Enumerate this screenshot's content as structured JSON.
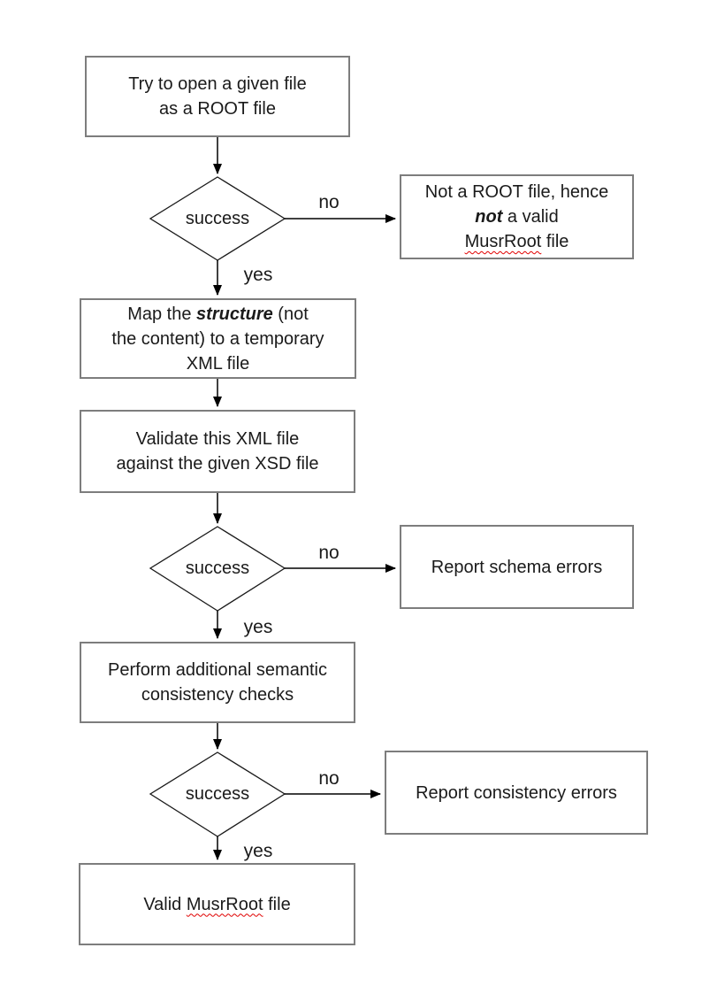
{
  "colors": {
    "background": "#ffffff",
    "box_border": "#7d7d7d",
    "connector_line": "#404040",
    "diamond_outline": "#1a1a1a",
    "arrowhead": "#000000",
    "text": "#1a1a1a",
    "spellcheck_squiggle": "#e00000"
  },
  "nodes": {
    "try_open": {
      "rich": [
        [
          {
            "t": "Try to open a given file"
          }
        ],
        [
          {
            "t": "as a ROOT file"
          }
        ]
      ]
    },
    "decision1": {
      "label": "success"
    },
    "not_root": {
      "rich": [
        [
          {
            "t": "Not a ROOT file, hence"
          }
        ],
        [
          {
            "t": "not",
            "s": "bi"
          },
          {
            "t": " a valid"
          }
        ],
        [
          {
            "t": "MusrRoot",
            "s": "sq"
          },
          {
            "t": " file"
          }
        ]
      ]
    },
    "map_structure": {
      "rich": [
        [
          {
            "t": "Map the "
          },
          {
            "t": "structure",
            "s": "bi"
          },
          {
            "t": " (not"
          }
        ],
        [
          {
            "t": "the content) to a temporary"
          }
        ],
        [
          {
            "t": "XML file"
          }
        ]
      ]
    },
    "validate": {
      "rich": [
        [
          {
            "t": "Validate this XML file"
          }
        ],
        [
          {
            "t": "against the given XSD file"
          }
        ]
      ]
    },
    "decision2": {
      "label": "success"
    },
    "report_schema": {
      "rich": [
        [
          {
            "t": "Report schema errors"
          }
        ]
      ]
    },
    "perform_checks": {
      "rich": [
        [
          {
            "t": "Perform additional semantic"
          }
        ],
        [
          {
            "t": "consistency checks"
          }
        ]
      ]
    },
    "decision3": {
      "label": "success"
    },
    "report_consistency": {
      "rich": [
        [
          {
            "t": "Report consistency errors"
          }
        ]
      ]
    },
    "valid_file": {
      "rich": [
        [
          {
            "t": "Valid "
          },
          {
            "t": "MusrRoot",
            "s": "sq"
          },
          {
            "t": " file"
          }
        ]
      ]
    }
  },
  "edges": {
    "e1_no": "no",
    "e1_yes": "yes",
    "e2_no": "no",
    "e2_yes": "yes",
    "e3_no": "no",
    "e3_yes": "yes"
  }
}
